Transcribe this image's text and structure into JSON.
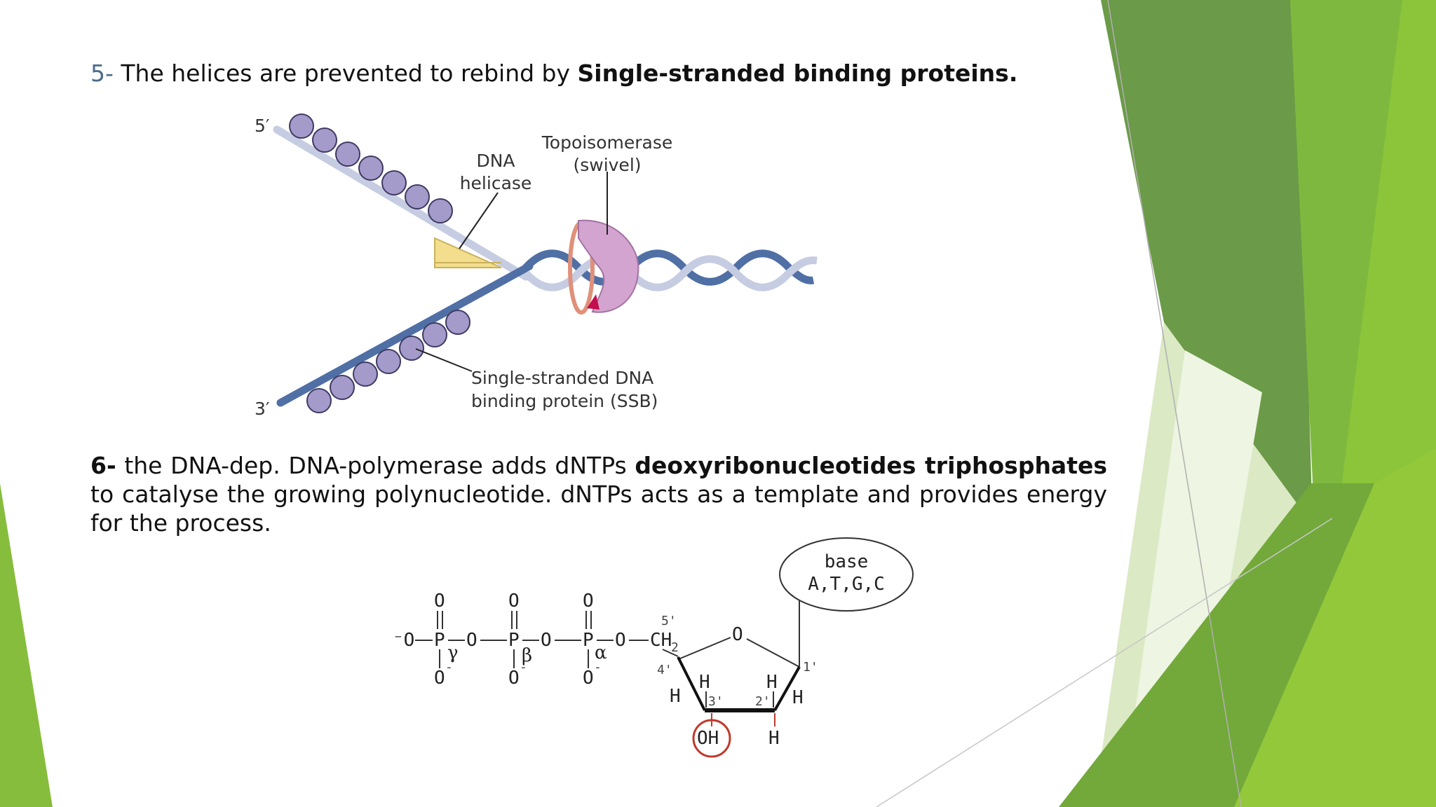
{
  "slide": {
    "point5": {
      "number": "5-",
      "text": " The helices are prevented to rebind by ",
      "bold": "Single-stranded binding proteins."
    },
    "point6": {
      "number": "6-",
      "text_a": " the DNA-dep. DNA-polymerase adds dNTPs ",
      "bold": "deoxyribonucleotides triphosphates",
      "text_b": " to catalyse the growing polynucleotide. dNTPs acts as a template and provides energy for the process."
    }
  },
  "figure_replication": {
    "end_5": "5′",
    "end_3": "3′",
    "helicase_line1": "DNA",
    "helicase_line2": "helicase",
    "topo_line1": "Topoisomerase",
    "topo_line2": "(swivel)",
    "ssb_line1": "Single-stranded DNA",
    "ssb_line2": "binding protein (SSB)"
  },
  "figure_dntp": {
    "base_line1": "base",
    "base_line2": "A,T,G,C",
    "o_minus": "⁻O",
    "o": "O",
    "o_bottom": "O",
    "minus": "-",
    "p": "P",
    "gamma": "γ",
    "beta": "β",
    "alpha": "α",
    "ch2": "CH",
    "sub2": "2",
    "ring_o": "O",
    "h": "H",
    "oh": "OH",
    "c5": "5'",
    "c4": "4'",
    "c3": "3'",
    "c2": "2'",
    "c1": "1'"
  }
}
